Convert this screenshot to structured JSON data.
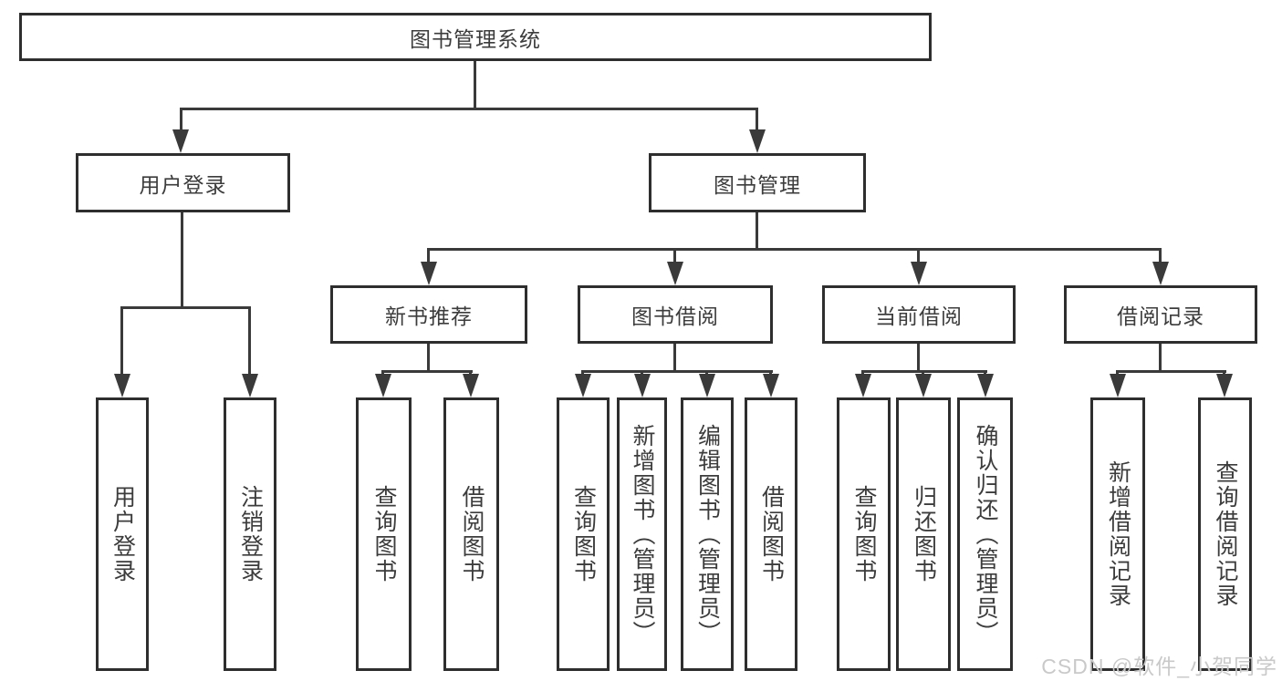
{
  "tree": {
    "root": "图书管理系统",
    "children": [
      {
        "label": "用户登录",
        "leaves": [
          "用户登录",
          "注销登录"
        ]
      },
      {
        "label": "图书管理",
        "children": [
          {
            "label": "新书推荐",
            "leaves": [
              "查询图书",
              "借阅图书"
            ]
          },
          {
            "label": "图书借阅",
            "leaves": [
              "查询图书",
              "新增图书（管理员）",
              "编辑图书（管理员）",
              "借阅图书"
            ]
          },
          {
            "label": "当前借阅",
            "leaves": [
              "查询图书",
              "归还图书",
              "确认归还（管理员）"
            ]
          },
          {
            "label": "借阅记录",
            "leaves": [
              "新增借阅记录",
              "查询借阅记录"
            ]
          }
        ]
      }
    ]
  },
  "watermark": {
    "text": "CSDN @软件_小贺同学",
    "color": "#c9c9c9"
  },
  "colors": {
    "background": "#ffffff",
    "box_border": "#2e2e2e",
    "connector": "#3a3a3a",
    "text": "#3c3c3c"
  }
}
